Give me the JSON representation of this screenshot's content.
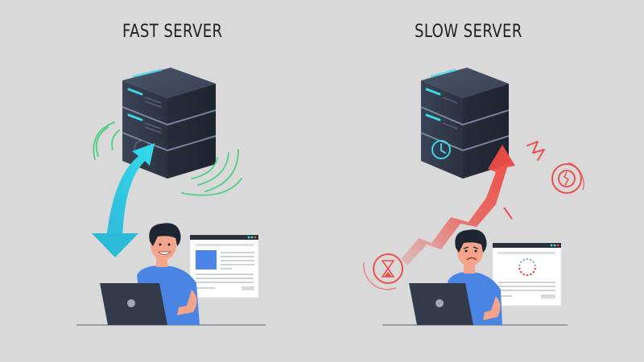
{
  "panels": {
    "fast": {
      "title": "FAST SERVER",
      "server_state": "fast",
      "user_mood": "happy",
      "connection": "smooth-bidirectional-arrow",
      "browser_state": "page-loaded",
      "signal_icon": "wifi-waves-icon"
    },
    "slow": {
      "title": "SLOW SERVER",
      "server_state": "slow",
      "user_mood": "frustrated",
      "connection": "zigzag-lagging-arrow",
      "browser_state": "loading-spinner",
      "alert_icons": [
        "hourglass-icon",
        "broken-clock-icon",
        "lightning-icon"
      ]
    }
  },
  "colors": {
    "background": "#d9d9d9",
    "server_body": "#323a48",
    "server_accent": "#3fd6e8",
    "fast_arrow": "#27c6dc",
    "fast_waves": "#4fcf84",
    "slow_arrow": "#ec5149",
    "shirt": "#4b85e3",
    "skin": "#f3a48a",
    "hair": "#1f2633",
    "laptop": "#333a4a",
    "browser_block": "#4a85e8"
  }
}
